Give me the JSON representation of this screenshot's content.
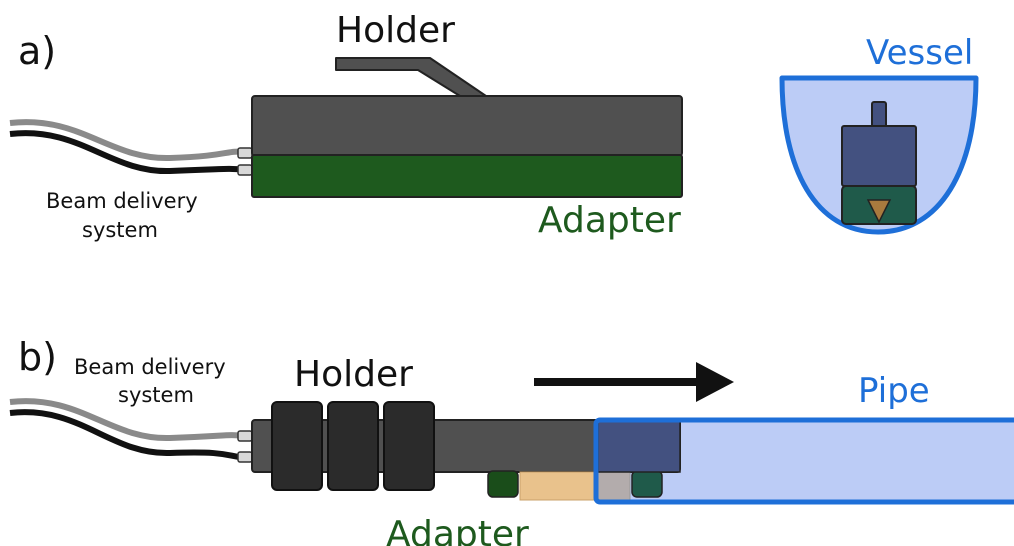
{
  "panel_a": {
    "letter": "a)",
    "holder_label": "Holder",
    "adapter_label": "Adapter",
    "vessel_label": "Vessel",
    "beam_label_line1": "Beam delivery",
    "beam_label_line2": "system"
  },
  "panel_b": {
    "letter": "b)",
    "holder_label": "Holder",
    "adapter_label": "Adapter",
    "pipe_label": "Pipe",
    "beam_label_line1": "Beam delivery",
    "beam_label_line2": "system"
  },
  "colors": {
    "holder_gray": "#505050",
    "clamp_dark": "#2b2b2b",
    "adapter_green": "#1e5a1e",
    "adapter_green_dark": "#1a4d1a",
    "vessel_fill": "#bcccf6",
    "vessel_stroke": "#1e6fd8",
    "part_blue": "#435180",
    "part_teal": "#1f5a4a",
    "sample_tan": "#e9c28c",
    "sample_gray": "#b3acac",
    "cone_brown": "#a97a3e",
    "label_blue": "#1e6fd8",
    "label_green": "#1e5a1e"
  }
}
